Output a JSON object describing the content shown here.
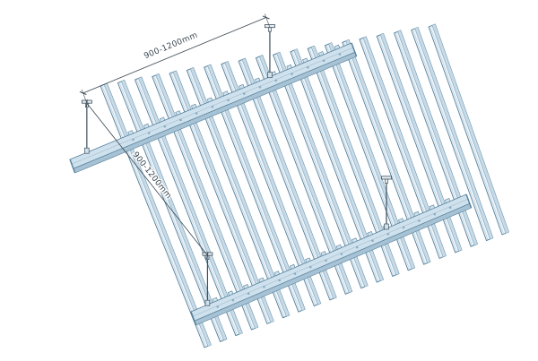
{
  "diagram": {
    "dimensions": {
      "hanger_spacing_label": "900-1200mm",
      "carrier_spacing_label": "900-1200mm"
    },
    "components": {
      "baffle_slat_count": 20,
      "carrier_count": 2,
      "hanger_count": 4
    },
    "colors": {
      "background": "#ffffff",
      "slat_fill": "#eaf2f8",
      "slat_shade": "#c6dae8",
      "carrier_fill": "#cfe1ed",
      "carrier_lip": "#a6c2d4",
      "hole": "#84a8bf",
      "outline": "#54809c",
      "hardware": "#3d4f5c",
      "anchor_fill": "#e8eef3",
      "dimension": "#3a4750"
    }
  }
}
